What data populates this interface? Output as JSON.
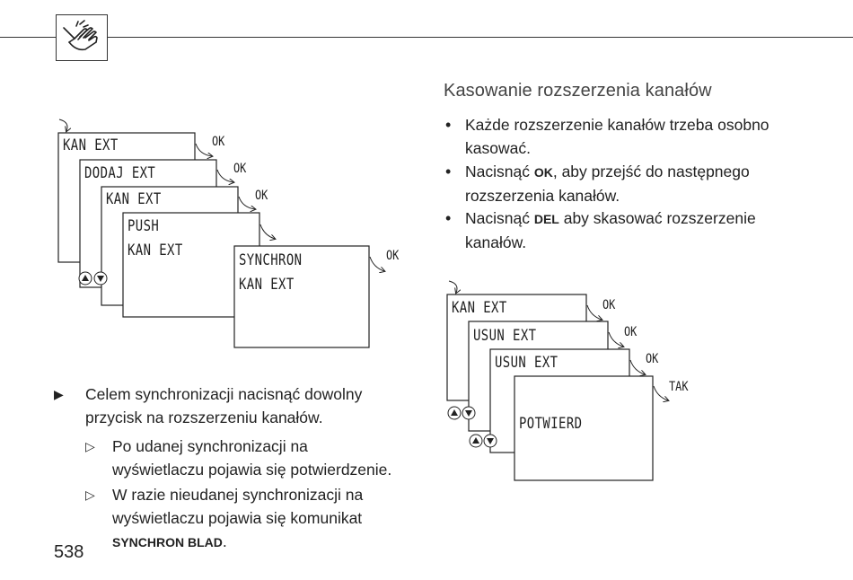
{
  "page_number": "538",
  "header": {
    "icon": "hand-pointer-icon"
  },
  "right": {
    "title": "Kasowanie rozszerzenia kanałów",
    "bullets": [
      {
        "pre": "Każde rozszerzenie kanałów trzeba osobno kasować.",
        "kw": "",
        "post": ""
      },
      {
        "pre": "Nacisnąć ",
        "kw": "OK",
        "post": ", aby przejść do następnego rozszerzenia kanałów."
      },
      {
        "pre": "Nacisnąć ",
        "kw": "DEL",
        "post": " aby skasować rozszerzenie kanałów."
      }
    ]
  },
  "left_diagram": {
    "screens": [
      {
        "lines": [
          "KAN EXT"
        ]
      },
      {
        "lines": [
          "DODAJ EXT"
        ]
      },
      {
        "lines": [
          "KAN EXT"
        ]
      },
      {
        "lines": [
          "PUSH",
          "KAN EXT"
        ]
      },
      {
        "lines": [
          "SYNCHRON",
          "KAN EXT"
        ]
      }
    ],
    "ok_labels": [
      "OK",
      "OK",
      "OK",
      "OK"
    ]
  },
  "right_diagram": {
    "screens": [
      {
        "lines": [
          "KAN EXT"
        ]
      },
      {
        "lines": [
          "USUN EXT"
        ]
      },
      {
        "lines": [
          "USUN EXT"
        ]
      },
      {
        "lines": [
          "POTWIERD"
        ]
      }
    ],
    "labels": [
      "OK",
      "OK",
      "OK",
      "TAK"
    ]
  },
  "instructions": {
    "main": "Celem synchronizacji nacisnąć dowolny przycisk na rozszerzeniu kanałów.",
    "sub1": "Po udanej synchronizacji na wyświetlaczu pojawia się potwierdzenie.",
    "sub2_pre": "W razie nieudanej synchronizacji na wyświetlaczu pojawia się komunikat ",
    "sub2_kw": "SYNCHRON BLAD",
    "sub2_post": "."
  }
}
